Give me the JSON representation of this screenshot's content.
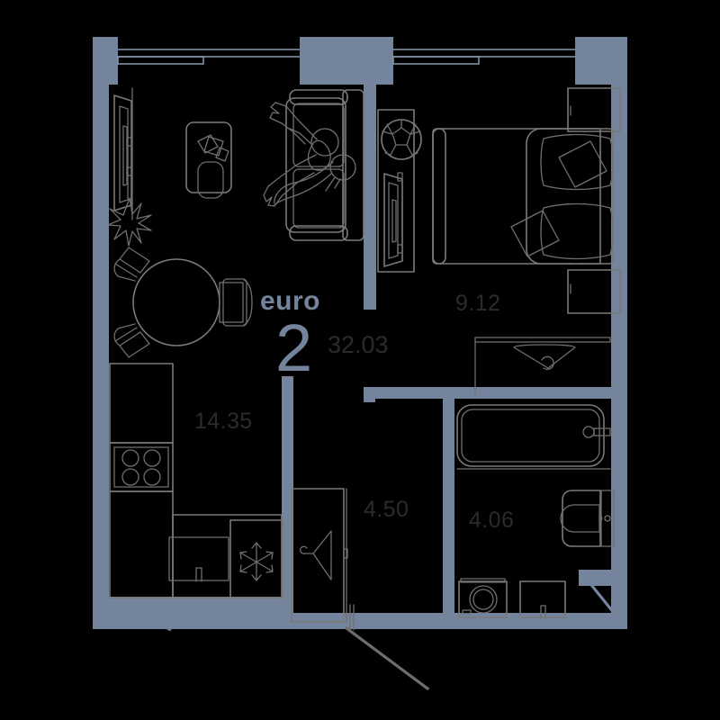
{
  "plan": {
    "apartment_type_prefix": "euro",
    "rooms_count": "2",
    "total_area": "32.03",
    "colors": {
      "background": "#000000",
      "wall": "#73849c",
      "furniture_stroke": "#7a7a78",
      "area_label": "#2b2b2b",
      "accent_label": "#73849c"
    },
    "rooms": [
      {
        "name": "living-kitchen",
        "area": "14.35"
      },
      {
        "name": "bedroom",
        "area": "9.12"
      },
      {
        "name": "hall",
        "area": "4.50"
      },
      {
        "name": "bathroom",
        "area": "4.06"
      }
    ],
    "fixtures": [
      {
        "name": "tv-wall-mounted",
        "room": "living-kitchen"
      },
      {
        "name": "houseplant",
        "room": "living-kitchen"
      },
      {
        "name": "coffee-table",
        "room": "living-kitchen"
      },
      {
        "name": "sofa",
        "room": "living-kitchen"
      },
      {
        "name": "people-on-sofa",
        "room": "living-kitchen"
      },
      {
        "name": "round-dining-table",
        "room": "living-kitchen"
      },
      {
        "name": "dining-chair",
        "room": "living-kitchen"
      },
      {
        "name": "kitchen-counter",
        "room": "living-kitchen"
      },
      {
        "name": "cooktop-four-burner",
        "room": "living-kitchen"
      },
      {
        "name": "kitchen-sink",
        "room": "living-kitchen"
      },
      {
        "name": "refrigerator",
        "room": "living-kitchen"
      },
      {
        "name": "bed-double",
        "room": "bedroom"
      },
      {
        "name": "pillow",
        "room": "bedroom"
      },
      {
        "name": "nightstand",
        "room": "bedroom"
      },
      {
        "name": "tv-cabinet",
        "room": "bedroom"
      },
      {
        "name": "soccer-ball",
        "room": "bedroom"
      },
      {
        "name": "wardrobe",
        "room": "hall"
      },
      {
        "name": "clothes-hanger",
        "room": "hall"
      },
      {
        "name": "washbasin",
        "room": "bathroom"
      },
      {
        "name": "bathtub",
        "room": "bathroom"
      },
      {
        "name": "toilet",
        "room": "bathroom"
      },
      {
        "name": "washing-machine",
        "room": "bathroom"
      },
      {
        "name": "bathroom-sink",
        "room": "bathroom"
      }
    ],
    "openings": [
      {
        "name": "window-living-room",
        "side": "top"
      },
      {
        "name": "window-bedroom",
        "side": "top"
      },
      {
        "name": "window-kitchen-balcony",
        "side": "bottom-left"
      },
      {
        "name": "window-bathroom",
        "side": "bottom-right"
      },
      {
        "name": "entrance-door",
        "side": "bottom-center"
      }
    ]
  }
}
